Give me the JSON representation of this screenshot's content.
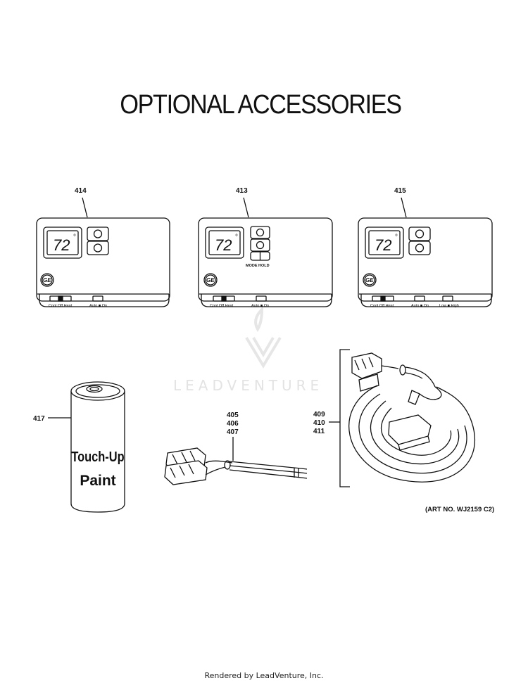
{
  "page_title": "OPTIONAL ACCESSORIES",
  "watermark_text": "LEADVENTURE",
  "footer_text": "Rendered by LeadVenture, Inc.",
  "art_number": "(ART NO. WJ2159 C2)",
  "callouts": {
    "p414": "414",
    "p413": "413",
    "p415": "415",
    "p417": "417",
    "harness": [
      "405",
      "406",
      "407"
    ],
    "cord": [
      "409",
      "410",
      "411"
    ]
  },
  "thermostats": {
    "display_temp": "72",
    "brand_logo": "GE",
    "mode_hold_label": "MODE HOLD",
    "switch_labels": {
      "mode": "Cool Off Heat",
      "mode_spaced": "Cool  Off  Heat",
      "fan": "Auto ■ On",
      "speed": "Low ■ High"
    }
  },
  "paint_can": {
    "label_line1": "Touch-Up",
    "label_line2": "Paint"
  }
}
